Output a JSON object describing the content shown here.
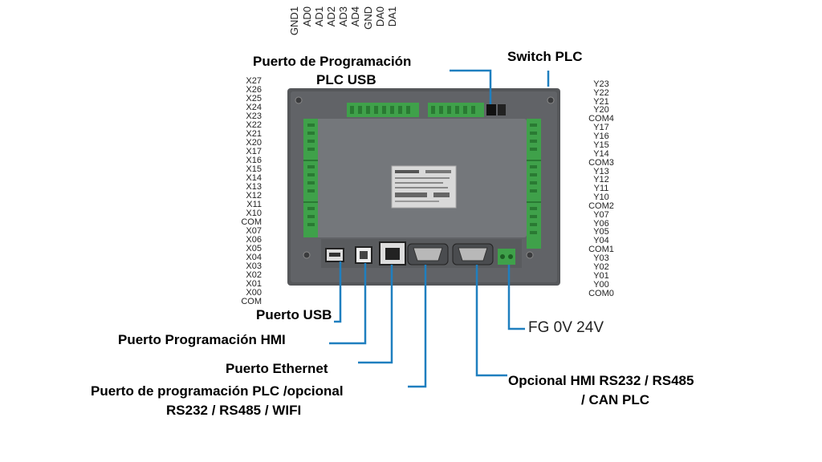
{
  "pins": {
    "top": [
      "GND1",
      "AD0",
      "AD1",
      "AD2",
      "AD3",
      "AD4",
      "GND",
      "DA0",
      "DA1"
    ],
    "left": [
      "X27",
      "X26",
      "X25",
      "X24",
      "X23",
      "X22",
      "X21",
      "X20",
      "X17",
      "X16",
      "X15",
      "X14",
      "X13",
      "X12",
      "X11",
      "X10",
      "COM",
      "X07",
      "X06",
      "X05",
      "X04",
      "X03",
      "X02",
      "X01",
      "X00",
      "COM"
    ],
    "right": [
      "Y23",
      "Y22",
      "Y21",
      "Y20",
      "COM4",
      "Y17",
      "Y16",
      "Y15",
      "Y14",
      "COM3",
      "Y13",
      "Y12",
      "Y11",
      "Y10",
      "COM2",
      "Y07",
      "Y06",
      "Y05",
      "Y04",
      "COM1",
      "Y03",
      "Y02",
      "Y01",
      "Y00",
      "COM0"
    ]
  },
  "labels": {
    "prog_plc_usb_1": "Puerto de Programación",
    "prog_plc_usb_2": "PLC USB",
    "switch_plc": "Switch PLC",
    "usb": "Puerto USB",
    "prog_hmi": "Puerto Programación HMI",
    "ethernet": "Puerto Ethernet",
    "prog_plc_opt_1": "Puerto de programación PLC /opcional",
    "prog_plc_opt_2": "RS232 / RS485 / WIFI",
    "fg": "FG 0V 24V",
    "hmi_opt_1": "Opcional HMI RS232 / RS485",
    "hmi_opt_2": "/ CAN PLC"
  },
  "colors": {
    "leader": "#1f7fbf",
    "housing": "#5c5e61",
    "panel": "#6f7276",
    "terminal": "#3fa14a"
  }
}
